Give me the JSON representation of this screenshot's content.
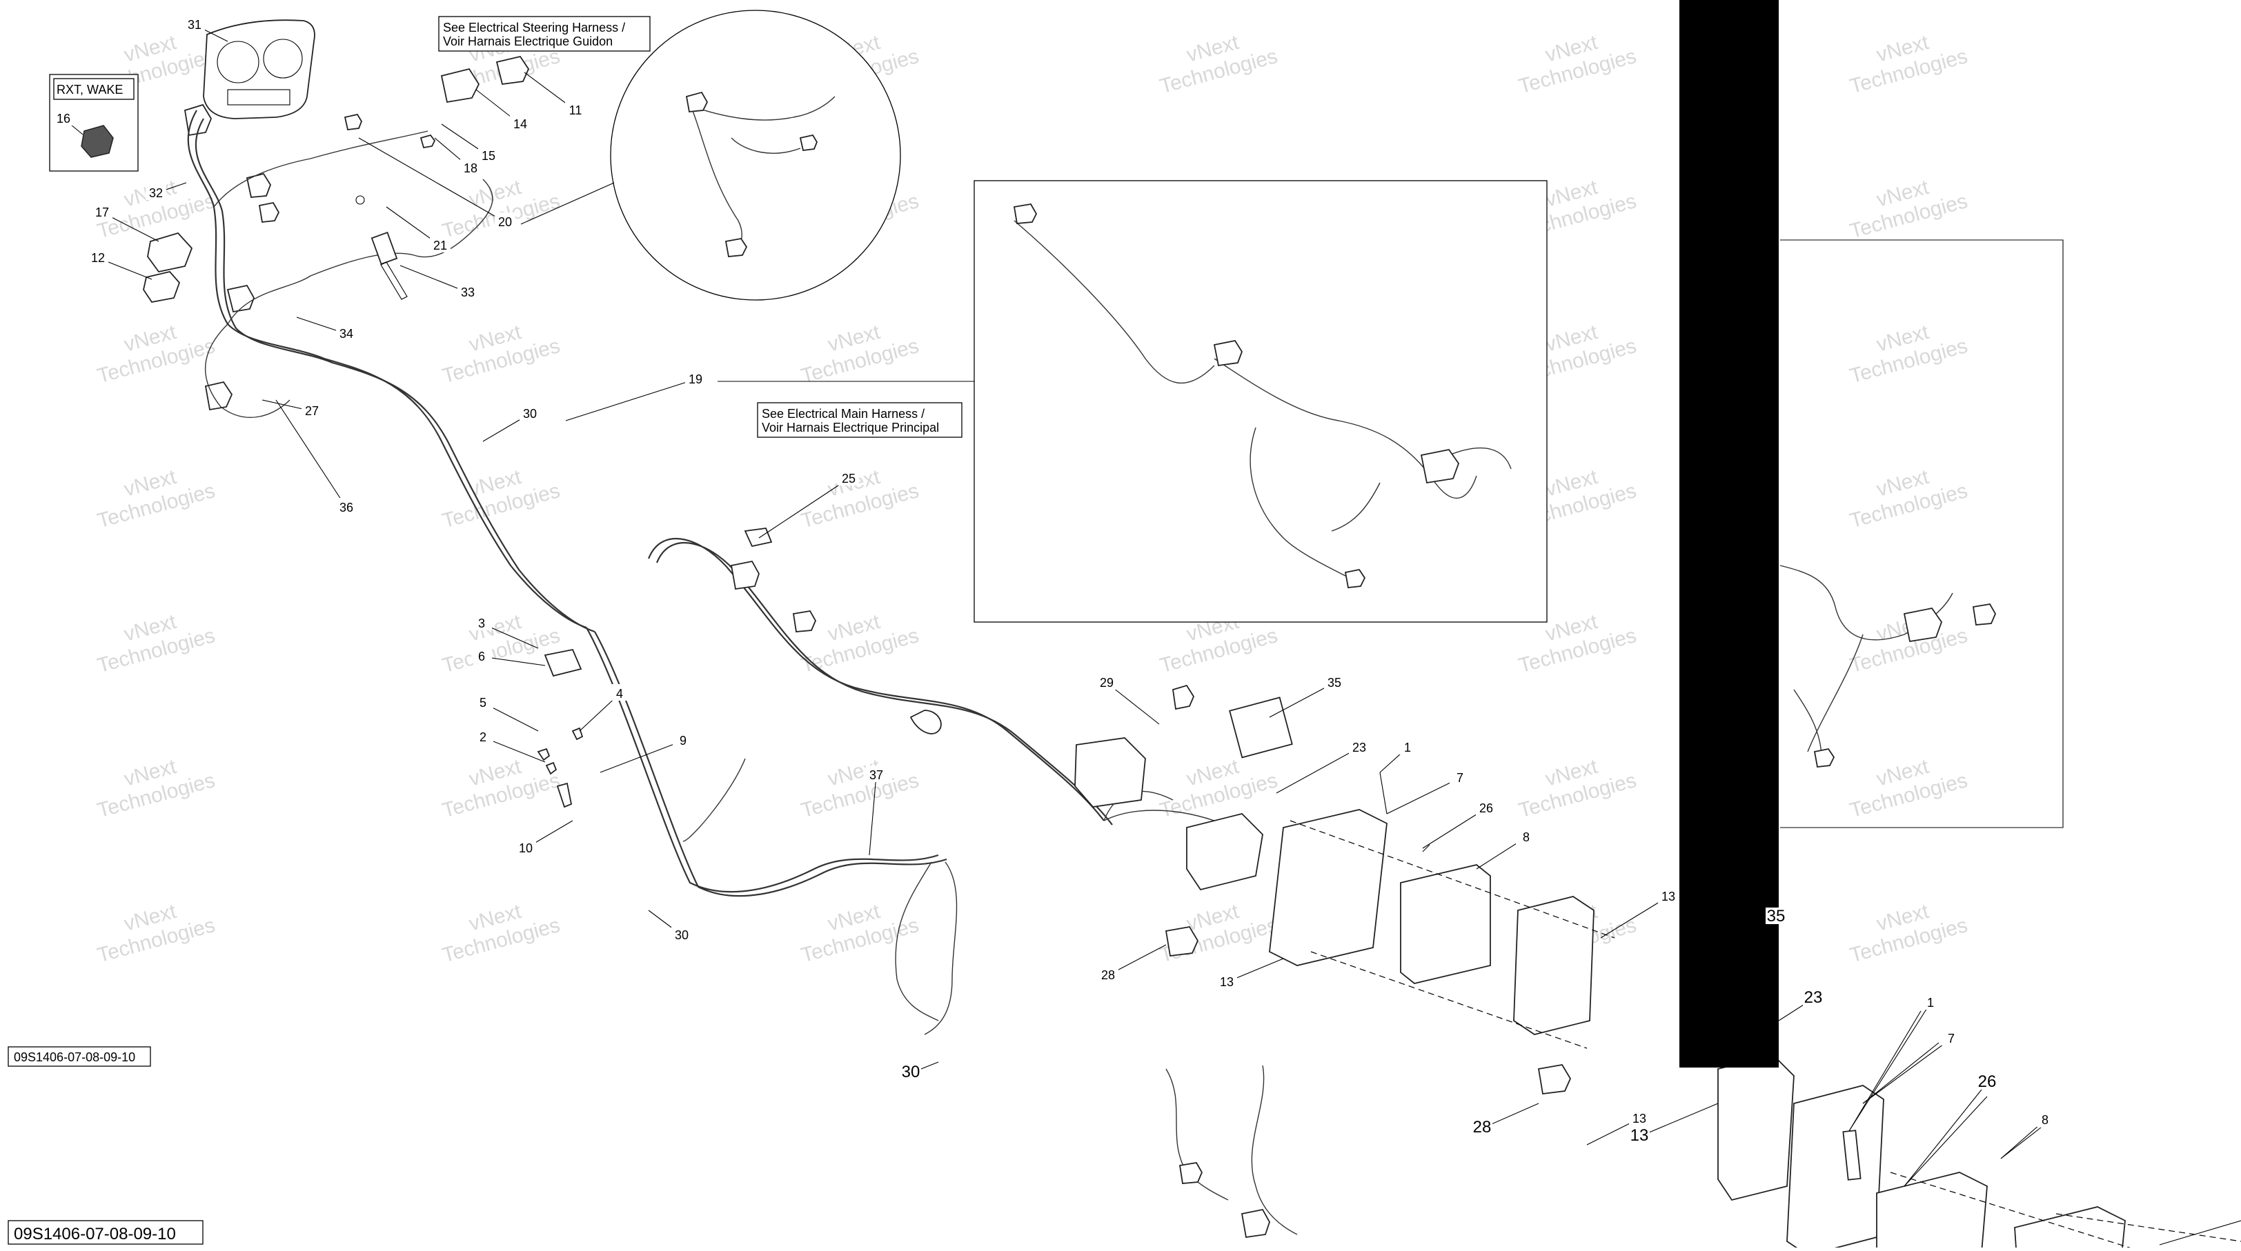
{
  "diagram": {
    "code_small": "09S1406-07-08-09-10",
    "code_large": "09S1406-07-08-09-10",
    "variant_box": "RXT, WAKE",
    "notes": {
      "steering": [
        "See Electrical Steering Harness /",
        "Voir Harnais Electrique Guidon"
      ],
      "main": [
        "See Electrical Main Harness /",
        "Voir Harnais Electrique Principal"
      ]
    },
    "watermark": [
      "vNext",
      "Technologies"
    ],
    "callouts": [
      "31",
      "11",
      "14",
      "15",
      "18",
      "16",
      "17",
      "12",
      "32",
      "20",
      "21",
      "33",
      "34",
      "36",
      "27",
      "30",
      "19",
      "25",
      "3",
      "6",
      "5",
      "4",
      "2",
      "9",
      "10",
      "37",
      "30",
      "29",
      "35",
      "23",
      "1",
      "7",
      "26",
      "8",
      "13",
      "28",
      "13",
      "30",
      "13",
      "35",
      "23",
      "1",
      "7",
      "26",
      "8",
      "28",
      "13"
    ]
  }
}
